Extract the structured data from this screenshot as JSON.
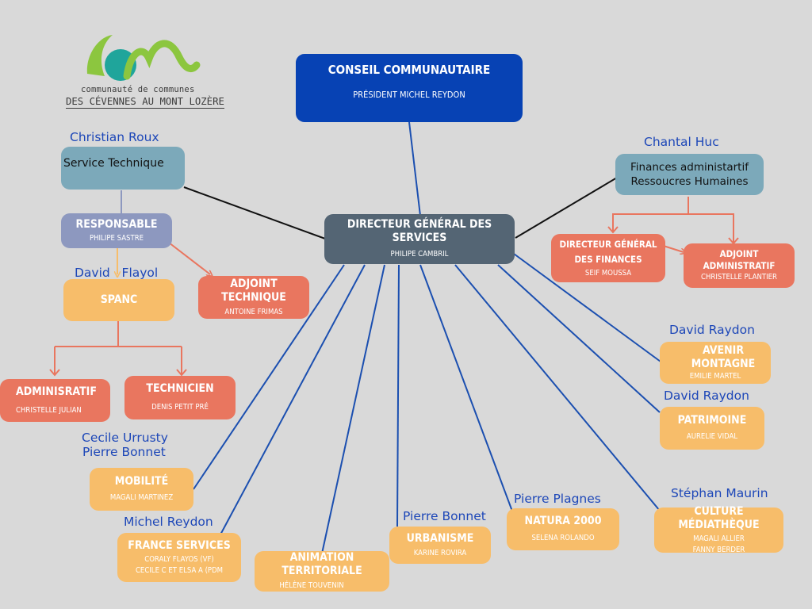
{
  "logo": {
    "line1": "communauté de communes",
    "line2": "DES CÉVENNES AU MONT LOZÈRE",
    "colors": {
      "green": "#8cc63f",
      "teal": "#1fa59b"
    }
  },
  "boxes": {
    "conseil": {
      "title": "CONSEIL COMMUNAUTAIRE",
      "subtitle": "PRÉSIDENT MICHEL REYDON"
    },
    "dgs": {
      "title": "DIRECTEUR GÉNÉRAL DES SERVICES",
      "subtitle": "PHILIPE CAMBRIL"
    },
    "service_technique": {
      "title": "Service Technique"
    },
    "responsable": {
      "title": "RESPONSABLE",
      "subtitle": "PHILIPE SASTRE"
    },
    "adjoint_technique": {
      "title": "ADJOINT TECHNIQUE",
      "subtitle": "ANTOINE FRIMAS"
    },
    "spanc": {
      "title": "SPANC"
    },
    "adminisratif": {
      "title": "ADMINISRATIF",
      "subtitle": "CHRISTELLE JULIAN"
    },
    "technicien": {
      "title": "TECHNICIEN",
      "subtitle": "DENIS PETIT PRÉ"
    },
    "finances": {
      "line1": "Finances administartif",
      "line2": "Ressoucres Humaines"
    },
    "dir_finances": {
      "line1": "DIRECTEUR GÉNÉRAL",
      "line2": "DES FINANCES",
      "subtitle": "SEIF MOUSSA"
    },
    "adjoint_admin": {
      "line1": "ADJOINT",
      "line2": "ADMINISTRATIF",
      "subtitle": "CHRISTELLE PLANTIER"
    },
    "avenir": {
      "title": "AVENIR MONTAGNE",
      "subtitle": "EMILIE MARTEL"
    },
    "patrimoine": {
      "title": "PATRIMOINE",
      "subtitle": "AURELIE VIDAL"
    },
    "mobilite": {
      "title": "MOBILITÉ",
      "subtitle": "MAGALI MARTINEZ"
    },
    "france_services": {
      "title": "FRANCE SERVICES",
      "subtitle1": "CORALY FLAYOS (VF)",
      "subtitle2": "CECILE C ET ELSA A (PDM"
    },
    "animation": {
      "title": "ANIMATION TERRITORIALE",
      "subtitle": "HÉLÈNE TOUVENIN"
    },
    "urbanisme": {
      "title": "URBANISME",
      "subtitle": "KARINE ROVIRA"
    },
    "natura": {
      "title": "NATURA 2000",
      "subtitle": "SELENA ROLANDO"
    },
    "culture": {
      "title": "CULTURE MÉDIATHÈQUE",
      "subtitle1": "MAGALI ALLIER",
      "subtitle2": "FANNY BERDER"
    }
  },
  "names": {
    "christian_roux": "Christian Roux",
    "david_flayol": "David   Flayol",
    "chantal_huc": "Chantal Huc",
    "david_raydon_1": "David Raydon",
    "david_raydon_2": "David Raydon",
    "cecile_urrusty": "Cecile Urrusty",
    "pierre_bonnet_1": "Pierre Bonnet",
    "michel_reydon": "Michel Reydon",
    "pierre_bonnet_2": "Pierre Bonnet",
    "pierre_plagnes": "Pierre Plagnes",
    "stephan_maurin": "Stéphan Maurin"
  },
  "colors": {
    "conseil": "#0742b4",
    "dgs": "#546574",
    "service": "#7ca9ba",
    "responsable": "#8d98bf",
    "coral": "#e9765f",
    "orange": "#f7bd6a",
    "name_text": "#1d47b8",
    "blue_line": "#1b4fb0",
    "black_line": "#111111"
  }
}
